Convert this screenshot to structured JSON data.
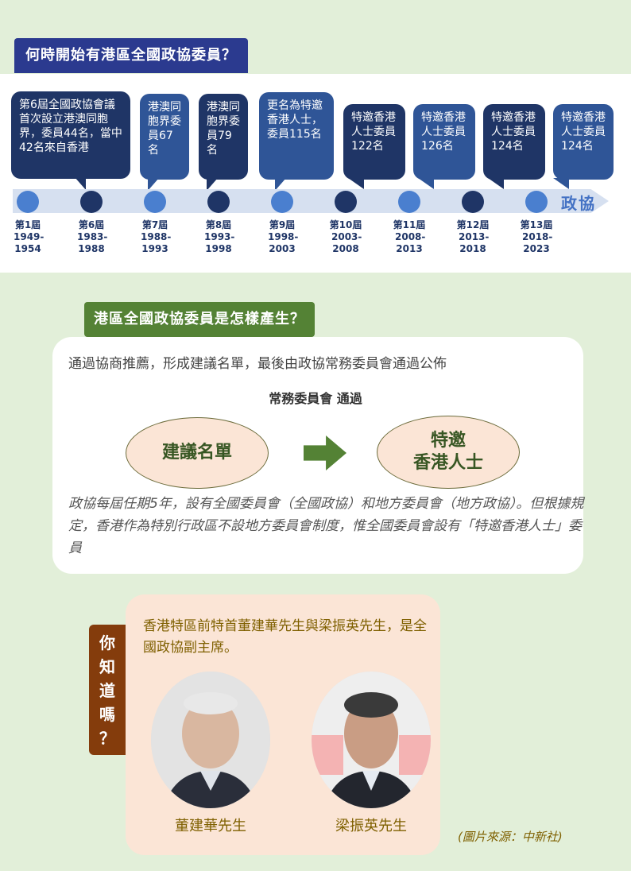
{
  "section1": {
    "title": "何時開始有港區全國政協委員？",
    "bubbles": [
      "第6屆全國政協會議首次設立港澳同胞界，委員44名，當中42名來自香港",
      "港澳同胞界委員67名",
      "港澳同胞界委員79名",
      "更名為特邀香港人士，委員115名",
      "特邀香港人士委員122名",
      "特邀香港人士委員126名",
      "特邀香港人士委員124名",
      "特邀香港人士委員124名"
    ],
    "band_label": "政協",
    "terms": [
      {
        "name": "第1屆",
        "years": "1949-1954"
      },
      {
        "name": "第6屆",
        "years": "1983-1988"
      },
      {
        "name": "第7屆",
        "years": "1988-1993"
      },
      {
        "name": "第8屆",
        "years": "1993-1998"
      },
      {
        "name": "第9屆",
        "years": "1998-2003"
      },
      {
        "name": "第10屆",
        "years": "2003-2008"
      },
      {
        "name": "第11屆",
        "years": "2008-2013"
      },
      {
        "name": "第12屆",
        "years": "2013-2018"
      },
      {
        "name": "第13屆",
        "years": "2018-2023"
      }
    ]
  },
  "section2": {
    "title": "港區全國政協委員是怎樣產生？",
    "intro": "通過協商推薦，形成建議名單，最後由政協常務委員會通過公佈",
    "sub": "常務委員會 通過",
    "left_oval": "建議名單",
    "right_oval_line1": "特邀",
    "right_oval_line2": "香港人士",
    "note": "政協每屆任期5年，設有全國委員會（全國政協）和地方委員會（地方政協）。但根據規定，香港作為特別行政區不設地方委員會制度，惟全國委員會設有「特邀香港人士」委員"
  },
  "section3": {
    "tag": [
      "你",
      "知",
      "道",
      "嗎",
      "？"
    ],
    "fact": "香港特區前特首董建華先生與梁振英先生，是全國政協副主席。",
    "caption_left": "董建華先生",
    "caption_right": "梁振英先生",
    "source": "(圖片來源：中新社)"
  }
}
